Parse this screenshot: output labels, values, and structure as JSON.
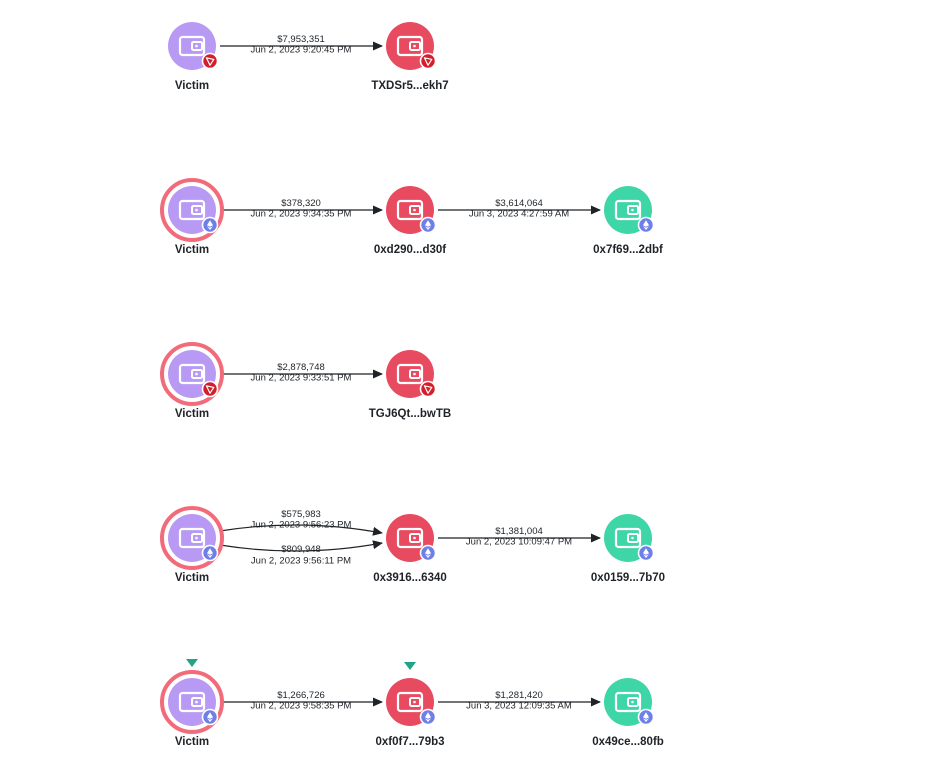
{
  "colors": {
    "victim": "#b89af4",
    "suspect": "#e84a5f",
    "exchange": "#3ed6a6",
    "ring": "#f26b7a",
    "ethereum_badge": "#6f7fe8",
    "tron_badge": "#d21f2b",
    "edge": "#1f2328",
    "marker": "#20a386"
  },
  "graphs": [
    {
      "nodes": [
        {
          "id": "a1",
          "label": "Victim",
          "kind": "victim",
          "chain": "tron",
          "ring": false,
          "marker": false
        },
        {
          "id": "a2",
          "label": "TXDSr5...ekh7",
          "kind": "suspect",
          "chain": "tron",
          "ring": false,
          "marker": false
        }
      ],
      "edges": [
        {
          "from": "a1",
          "to": "a2",
          "amount": "$7,953,351",
          "time": "Jun 2, 2023 9:20:45 PM",
          "curve": 0
        }
      ]
    },
    {
      "nodes": [
        {
          "id": "b1",
          "label": "Victim",
          "kind": "victim",
          "chain": "ethereum",
          "ring": true,
          "marker": false
        },
        {
          "id": "b2",
          "label": "0xd290...d30f",
          "kind": "suspect",
          "chain": "ethereum",
          "ring": false,
          "marker": false
        },
        {
          "id": "b3",
          "label": "0x7f69...2dbf",
          "kind": "exchange",
          "chain": "ethereum",
          "ring": false,
          "marker": false
        }
      ],
      "edges": [
        {
          "from": "b1",
          "to": "b2",
          "amount": "$378,320",
          "time": "Jun 2, 2023 9:34:35 PM",
          "curve": 0
        },
        {
          "from": "b2",
          "to": "b3",
          "amount": "$3,614,064",
          "time": "Jun 3, 2023 4:27:59 AM",
          "curve": 0
        }
      ]
    },
    {
      "nodes": [
        {
          "id": "c1",
          "label": "Victim",
          "kind": "victim",
          "chain": "tron",
          "ring": true,
          "marker": false
        },
        {
          "id": "c2",
          "label": "TGJ6Qt...bwTB",
          "kind": "suspect",
          "chain": "tron",
          "ring": false,
          "marker": false
        }
      ],
      "edges": [
        {
          "from": "c1",
          "to": "c2",
          "amount": "$2,878,748",
          "time": "Jun 2, 2023 9:33:51 PM",
          "curve": 0
        }
      ]
    },
    {
      "nodes": [
        {
          "id": "d1",
          "label": "Victim",
          "kind": "victim",
          "chain": "ethereum",
          "ring": true,
          "marker": false
        },
        {
          "id": "d2",
          "label": "0x3916...6340",
          "kind": "suspect",
          "chain": "ethereum",
          "ring": false,
          "marker": false
        },
        {
          "id": "d3",
          "label": "0x0159...7b70",
          "kind": "exchange",
          "chain": "ethereum",
          "ring": false,
          "marker": false
        }
      ],
      "edges": [
        {
          "from": "d1",
          "to": "d2",
          "amount": "$575,983",
          "time": "Jun 2, 2023 9:56:23 PM",
          "curve": -1
        },
        {
          "from": "d1",
          "to": "d2",
          "amount": "$809,948",
          "time": "Jun 2, 2023 9:56:11 PM",
          "curve": 1
        },
        {
          "from": "d2",
          "to": "d3",
          "amount": "$1,381,004",
          "time": "Jun 2, 2023 10:09:47 PM",
          "curve": 0
        }
      ]
    },
    {
      "nodes": [
        {
          "id": "e1",
          "label": "Victim",
          "kind": "victim",
          "chain": "ethereum",
          "ring": true,
          "marker": true
        },
        {
          "id": "e2",
          "label": "0xf0f7...79b3",
          "kind": "suspect",
          "chain": "ethereum",
          "ring": false,
          "marker": true
        },
        {
          "id": "e3",
          "label": "0x49ce...80fb",
          "kind": "exchange",
          "chain": "ethereum",
          "ring": false,
          "marker": false
        }
      ],
      "edges": [
        {
          "from": "e1",
          "to": "e2",
          "amount": "$1,266,726",
          "time": "Jun 2, 2023 9:58:35 PM",
          "curve": 0
        },
        {
          "from": "e2",
          "to": "e3",
          "amount": "$1,281,420",
          "time": "Jun 3, 2023 12:09:35 AM",
          "curve": 0
        }
      ]
    }
  ]
}
